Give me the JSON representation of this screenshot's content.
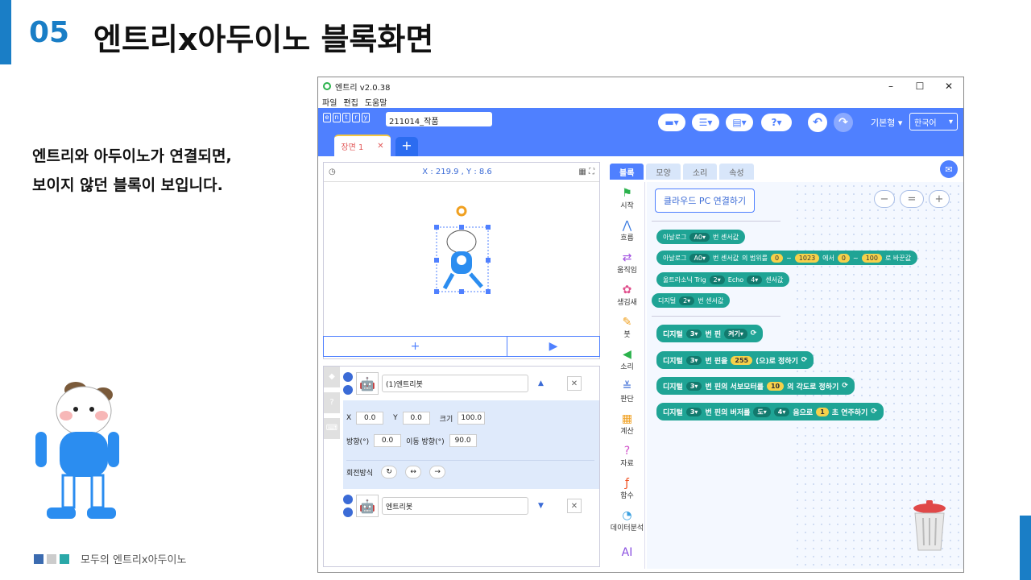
{
  "slide": {
    "number": "05",
    "title": "엔트리x아두이노 블록화면",
    "desc_line1": "엔트리와 아두이노가 연결되면,",
    "desc_line2": "보이지 않던 블록이 보입니다.",
    "footer": "모두의 엔트리x아두이노",
    "accent_color": "#1a7ec6"
  },
  "window": {
    "title": "엔트리 v2.0.38",
    "menu": [
      "파일",
      "편집",
      "도움말"
    ],
    "minimize": "–",
    "maximize": "☐",
    "close": "✕"
  },
  "toolbar": {
    "logo_letters": [
      "e",
      "n",
      "t",
      "r",
      "y"
    ],
    "project_name": "211014_작품",
    "mode_label": "기본형 ▾",
    "language": "한국어",
    "undo_icon": "undo-icon",
    "redo_icon": "redo-icon",
    "scene_tab": "장면 1",
    "scene_close": "✕",
    "add_scene": "+"
  },
  "stage": {
    "coords": "X : 219.9 , Y : 8.6",
    "add_object": "+",
    "start": "▶"
  },
  "objects": [
    {
      "name": "(1)엔트리봇",
      "arrow": "▲",
      "remove": "✕"
    },
    {
      "name": "엔트리봇",
      "arrow": "▼",
      "remove": "✕"
    }
  ],
  "props": {
    "x_label": "X",
    "x_value": "0.0",
    "y_label": "Y",
    "y_value": "0.0",
    "size_label": "크기",
    "size_value": "100.0",
    "dir_label": "방향(°)",
    "dir_value": "0.0",
    "move_dir_label": "이동 방향(°)",
    "move_dir_value": "90.0",
    "rotate_label": "회전방식"
  },
  "tabs": [
    "블록",
    "모양",
    "소리",
    "속성"
  ],
  "categories": [
    {
      "label": "시작",
      "icon": "flag-icon",
      "glyph": "⚑",
      "color": "#2bb24c"
    },
    {
      "label": "흐름",
      "icon": "flow-icon",
      "glyph": "⋀",
      "color": "#3b7be0"
    },
    {
      "label": "움직임",
      "icon": "move-icon",
      "glyph": "⇄",
      "color": "#a24fe0"
    },
    {
      "label": "생김새",
      "icon": "looks-icon",
      "glyph": "✿",
      "color": "#e04f8c"
    },
    {
      "label": "붓",
      "icon": "brush-icon",
      "glyph": "✎",
      "color": "#f0a020"
    },
    {
      "label": "소리",
      "icon": "sound-icon",
      "glyph": "◀",
      "color": "#2bb24c"
    },
    {
      "label": "판단",
      "icon": "judge-icon",
      "glyph": "≚",
      "color": "#3b6bd6"
    },
    {
      "label": "계산",
      "icon": "calc-icon",
      "glyph": "▦",
      "color": "#f0a020"
    },
    {
      "label": "자료",
      "icon": "data-icon",
      "glyph": "?",
      "color": "#d04fc8"
    },
    {
      "label": "함수",
      "icon": "function-icon",
      "glyph": "ƒ",
      "color": "#f05020"
    },
    {
      "label": "데이터분석",
      "icon": "analysis-icon",
      "glyph": "◔",
      "color": "#3ba0e0"
    },
    {
      "label": "",
      "icon": "ai-icon",
      "glyph": "AI",
      "color": "#8a4fe0"
    }
  ],
  "blocks": {
    "cloud_button": "클라우드 PC 연결하기",
    "analog": {
      "pre": "아날로그",
      "slot": "A0▾",
      "post": "번 센서값"
    },
    "analog_map": {
      "pre": "아날로그",
      "slot": "A0▾",
      "t1": "번 센서값",
      "t2": "의 범위를",
      "n1": "0",
      "n2": "1023",
      "t3": "에서",
      "n3": "0",
      "n4": "100",
      "t4": "로 바꾼값"
    },
    "ultra": {
      "pre": "울트라소닉 Trig",
      "s1": "2▾",
      "mid": "Echo",
      "s2": "4▾",
      "post": "센서값"
    },
    "digital": {
      "pre": "디지털",
      "slot": "2▾",
      "post": "번 센서값"
    },
    "pin_on": {
      "pre": "디지털",
      "slot": "3▾",
      "mid": "번 핀",
      "s2": "켜기▾"
    },
    "pwm": {
      "pre": "디지털",
      "slot": "3▾",
      "mid": "번 핀을",
      "num": "255",
      "post": "(으)로 정하기"
    },
    "servo": {
      "pre": "디지털",
      "slot": "3▾",
      "mid": "번 핀의 서보모터를",
      "num": "10",
      "post": "의 각도로 정하기"
    },
    "buzzer": {
      "pre": "디지털",
      "slot": "3▾",
      "mid": "번 핀의 버저를",
      "s2": "도▾",
      "s3": "4▾",
      "t2": "음으로",
      "num": "1",
      "post": "초 연주하기"
    },
    "zoom_out": "−",
    "zoom_reset": "=",
    "zoom_in": "+"
  }
}
